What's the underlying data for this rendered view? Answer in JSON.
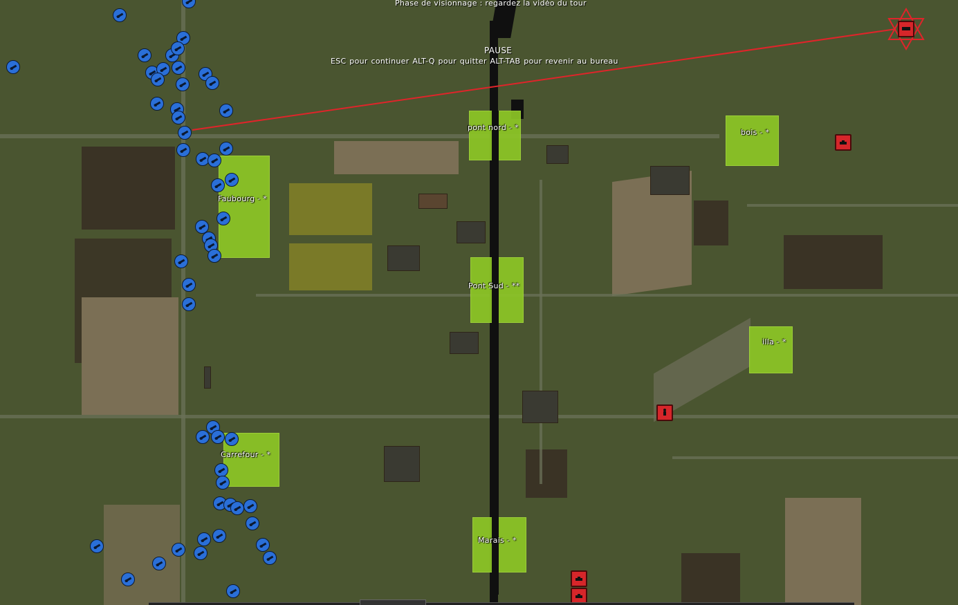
{
  "hud": {
    "phase_text": "Phase de visionnage : regardez la vidéo du tour",
    "pause_title": "PAUSE",
    "pause_help": "ESC pour continuer   ALT-Q pour quitter   ALT-TAB pour revenir au bureau"
  },
  "objectives": [
    {
      "id": "pont-nord",
      "label": "pont nord - *"
    },
    {
      "id": "bois",
      "label": "bois - *"
    },
    {
      "id": "faubourg",
      "label": "Faubourg - *"
    },
    {
      "id": "pont-sud",
      "label": "Pont Sud - **"
    },
    {
      "id": "villa",
      "label": "illa - *"
    },
    {
      "id": "carrefour",
      "label": "Carrefour - *"
    },
    {
      "id": "marais",
      "label": "Marais - *"
    }
  ],
  "colors": {
    "friendly": "#2a6fd8",
    "enemy": "#d6262a",
    "objective": "#8dc626",
    "target_line": "#e0242a",
    "terrain": "#4a5530"
  },
  "icons": {
    "friendly_unit": "soldier-icon",
    "enemy_unit": "tank-icon",
    "target_marker": "star-of-david-target-icon"
  }
}
